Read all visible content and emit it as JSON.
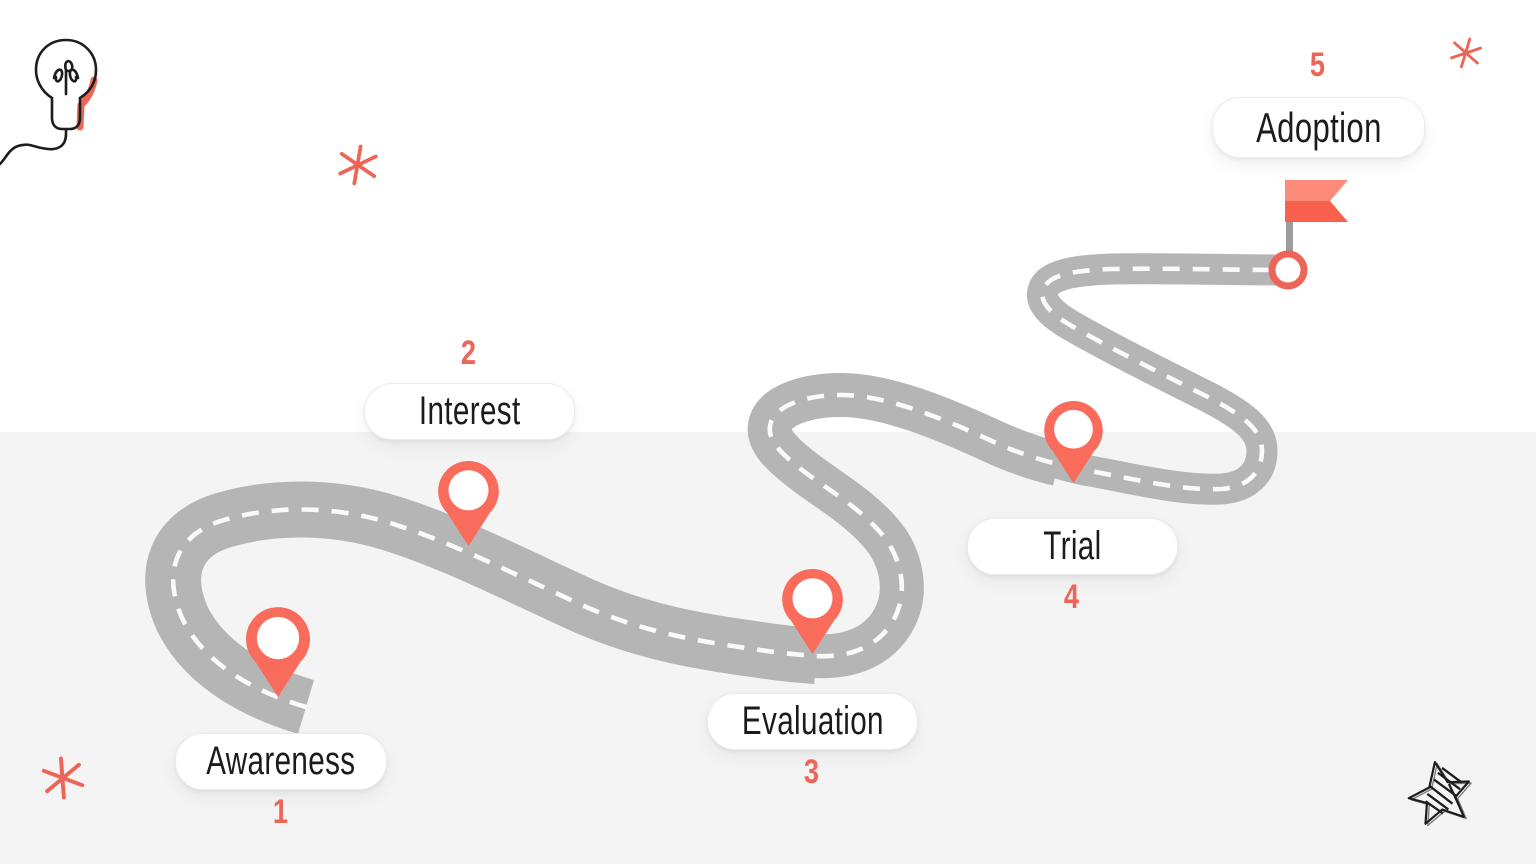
{
  "stages": [
    {
      "number": "1",
      "label": "Awareness",
      "number_position": "below"
    },
    {
      "number": "2",
      "label": "Interest",
      "number_position": "above"
    },
    {
      "number": "3",
      "label": "Evaluation",
      "number_position": "below"
    },
    {
      "number": "4",
      "label": "Trial",
      "number_position": "below"
    },
    {
      "number": "5",
      "label": "Adoption",
      "number_position": "above"
    }
  ],
  "road": {
    "style": "winding gray road with dashed white centerline",
    "start": "angled cut end at bottom left near Awareness pin",
    "end": "circle terminator with finish flag at top right near Adoption"
  },
  "icons": {
    "map_pin": "map-pin-icon",
    "finish_flag": "finish-flag-icon",
    "finish_circle": "finish-circle-icon",
    "lightbulb": "lightbulb-doodle-icon",
    "asterisk": "asterisk-doodle-icon",
    "scribble_star": "scribble-star-icon"
  },
  "colors": {
    "accent": "#ec6557",
    "pin": "#f96b5b",
    "road": "#b5b5b5",
    "roadDash": "#fafafa",
    "flagLight": "#fc8b7b",
    "flagDark": "#f9604e",
    "pole": "#9d9d9d",
    "ink": "#1b1b1b",
    "doodleInk": "#1d1d1d",
    "bgTop": "#ffffff",
    "bgBottom": "#f4f4f4"
  }
}
